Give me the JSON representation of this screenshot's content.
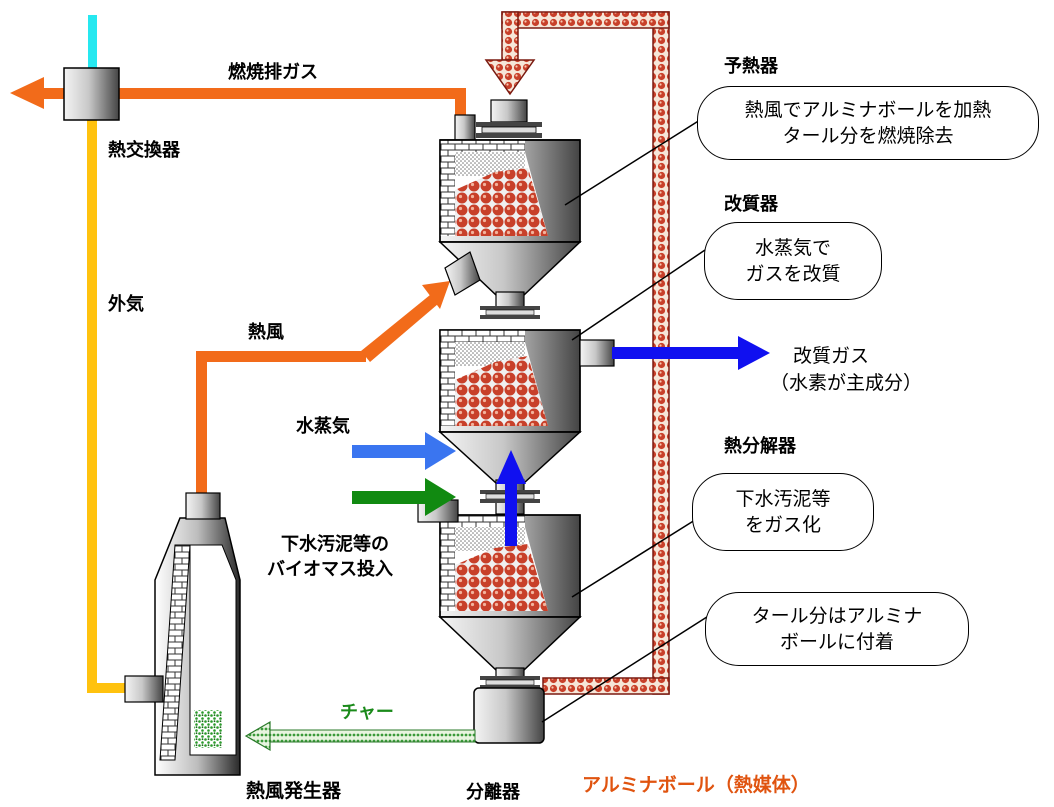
{
  "labels": {
    "preheater": "予熱器",
    "reformer": "改質器",
    "pyrolyzer": "熱分解器",
    "heat_exchanger": "熱交換器",
    "flue_gas": "燃焼排ガス",
    "outside_air": "外気",
    "hot_air": "熱風",
    "steam": "水蒸気",
    "biomass_line1": "下水汚泥等の",
    "biomass_line2": "バイオマス投入",
    "reformed_gas_line1": "改質ガス",
    "reformed_gas_line2": "（水素が主成分）",
    "char": "チャー",
    "hot_air_generator": "熱風発生器",
    "separator": "分離器",
    "alumina_ball": "アルミナボール（熱媒体）"
  },
  "bubbles": {
    "preheater": [
      "熱風でアルミナボールを加熱",
      "タール分を燃焼除去"
    ],
    "reformer": [
      "水蒸気で",
      "ガスを改質"
    ],
    "pyrolyzer": [
      "下水汚泥等",
      "をガス化"
    ],
    "tar": [
      "タール分はアルミナ",
      "ボールに付着"
    ]
  },
  "colors": {
    "hot_air": "#f26b1a",
    "outside_air": "#ffc20e",
    "steam": "#3a75f0",
    "biomass": "#118a11",
    "reformed_gas": "#1010f0",
    "alumina_ball": "#c8402a",
    "cold_water": "#26e8f0",
    "char": "#2a9a2a",
    "label_orange": "#e05410",
    "label_green": "#1a8a1a"
  }
}
